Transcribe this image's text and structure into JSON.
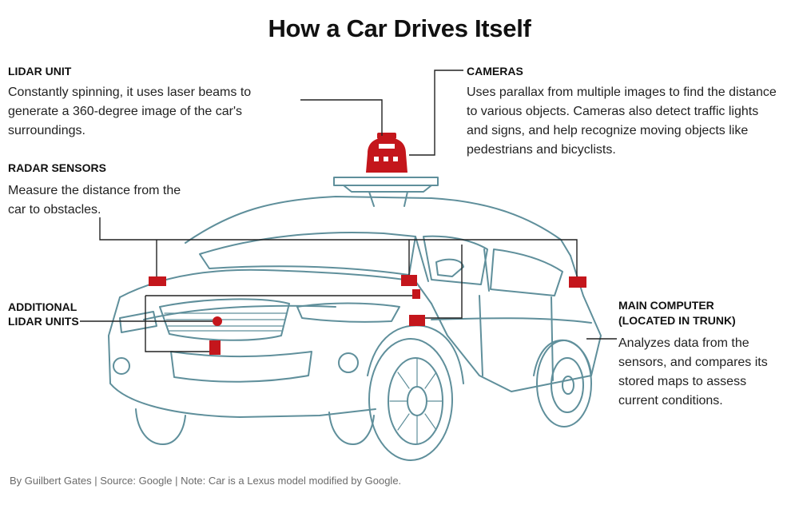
{
  "title": "How a Car Drives Itself",
  "lidar_unit": {
    "label": "LIDAR UNIT",
    "description": "Constantly spinning, it uses laser beams to generate a 360-degree image of the car's surroundings."
  },
  "radar_sensors": {
    "label": "RADAR SENSORS",
    "description": "Measure the distance from the car to obstacles."
  },
  "additional_lidar": {
    "label_line1": "ADDITIONAL",
    "label_line2": "LIDAR UNITS"
  },
  "cameras": {
    "label": "CAMERAS",
    "description": "Uses parallax from multiple images to find the distance to various objects. Cameras also detect traffic lights and signs, and help recognize moving objects like pedestrians and bicyclists."
  },
  "main_computer": {
    "label_line1": "MAIN COMPUTER",
    "label_line2": "(LOCATED IN TRUNK)",
    "description": "Analyzes data from the sensors, and compares its stored maps to assess current conditions."
  },
  "credit": "By Guilbert Gates  |  Source: Google | Note: Car is a Lexus model modified by Google.",
  "colors": {
    "car_outline": "#5f8f9b",
    "sensor_red": "#c4161c",
    "leader_line": "#222222"
  }
}
